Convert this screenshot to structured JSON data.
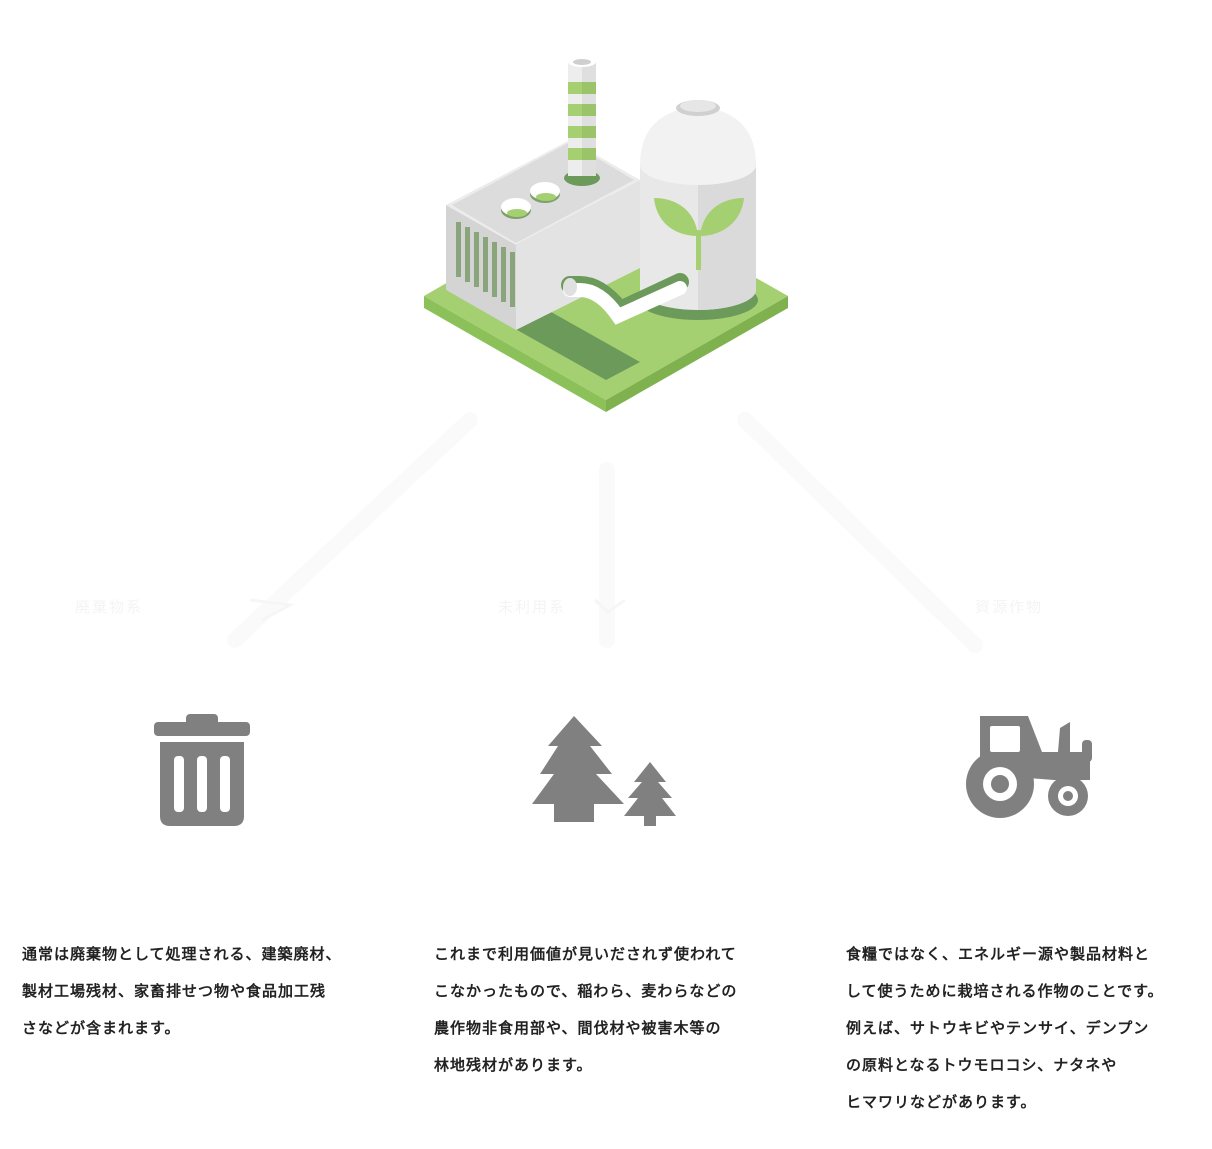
{
  "colors": {
    "icon_gray": "#808080",
    "factory_green": "#a5d071",
    "factory_dark_green": "#6b9a5a",
    "building_light": "#e6e6e6",
    "building_mid": "#cfcfcf",
    "connector": "#fbfbfb"
  },
  "hero": {
    "icon": "biomass-plant-illustration"
  },
  "categories": [
    {
      "id": "waste",
      "icon": "trash-can-icon",
      "faint_label": "廃棄物系",
      "lines": [
        "通常は廃棄物として処理される、建築廃材、",
        "製材工場残材、家畜排せつ物や食品加工残",
        "さなどが含まれます。"
      ]
    },
    {
      "id": "unused",
      "icon": "trees-icon",
      "faint_label": "未利用系",
      "lines": [
        "これまで利用価値が見いだされず使われて",
        "こなかったもので、稲わら、麦わらなどの",
        "農作物非食用部や、間伐材や被害木等の",
        "林地残材があります。"
      ]
    },
    {
      "id": "crops",
      "icon": "tractor-icon",
      "faint_label": "資源作物",
      "lines": [
        "食糧ではなく、エネルギー源や製品材料と",
        "して使うために栽培される作物のことです。",
        "例えば、サトウキビやテンサイ、デンプン",
        "の原料となるトウモロコシ、ナタネや",
        "ヒマワリなどがあります。"
      ]
    }
  ]
}
